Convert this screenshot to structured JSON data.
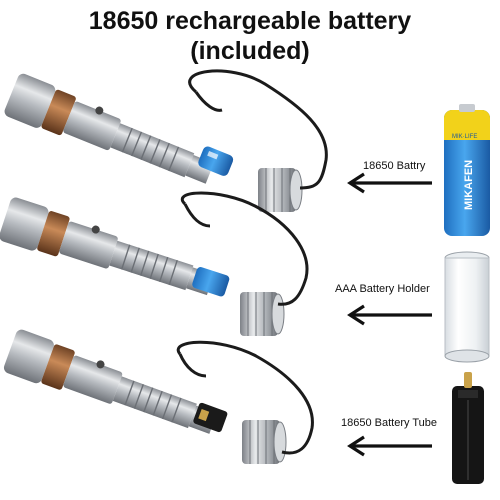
{
  "header": {
    "line1": "18650 rechargeable battery",
    "line2": "(included)"
  },
  "labels": {
    "battery": "18650 Battry",
    "holder": "AAA Battery Holder",
    "tube": "18650 Battery Tube"
  },
  "battery_brand": "MIKAFEN",
  "battery_small_text": "MIK·LIFE",
  "colors": {
    "battery_blue": "#2a8fe0",
    "battery_yellow": "#f2d21a",
    "copper_ring": "#a86b3d",
    "metal": "#c9ccd0"
  }
}
